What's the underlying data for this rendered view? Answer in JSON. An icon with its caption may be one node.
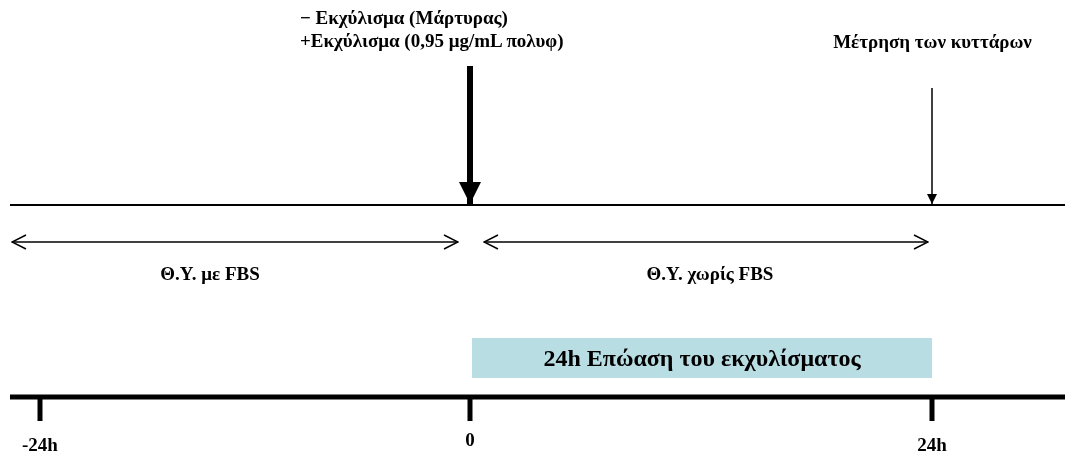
{
  "diagram": {
    "nodes": [
      {
        "text": [
          "− Εκχύλισμα (Μάρτυρας)",
          "+Εκχύλισμα (0,95 μg/mL πολυφ)"
        ]
      },
      {
        "text": [
          "Μέτρηση των κυττάρων"
        ]
      },
      {
        "text": [],
        "shape": "bar"
      },
      {
        "text": [
          "24h Επώαση του εκχυλίσματος"
        ]
      }
    ],
    "edges": [
      {
        "from": 0,
        "to": 2,
        "arrow": "to",
        "style": "thick"
      },
      {
        "from": 1,
        "to": 2,
        "arrow": "to"
      }
    ],
    "labels": [
      "Θ.Υ. με FBS",
      "Θ.Υ. χωρίς FBS",
      "-24h",
      "0",
      "24h"
    ]
  }
}
